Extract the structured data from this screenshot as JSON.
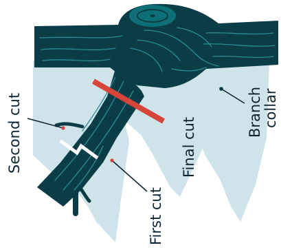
{
  "labels": {
    "second_cut": "Second cut",
    "first_cut": "First cut",
    "final_cut": "Final cut",
    "branch_collar_line1": "Branch",
    "branch_collar_line2": "collar"
  },
  "colors": {
    "bark": "#0a3d45",
    "bark_highlight": "#2a8d96",
    "wood_ring": "#0f6f78",
    "background_foliage": "#cfe4ea",
    "cut_mark": "#d6443a",
    "label_text": "#0e2430",
    "leader_line": "#0e2430",
    "leader_dot_red": "#d6443a",
    "leader_dot_dark": "#0a3d45"
  }
}
